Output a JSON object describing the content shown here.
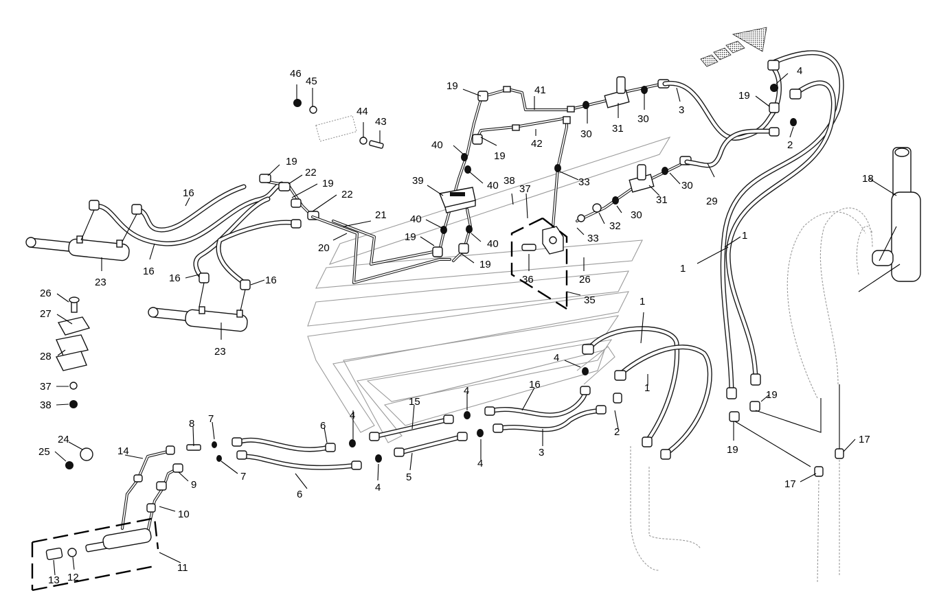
{
  "diagram": {
    "labels": {
      "p46": "46",
      "p45": "45",
      "p44": "44",
      "p43": "43",
      "p19a": "19",
      "p41": "41",
      "p42": "42",
      "p19b": "19",
      "p30a": "30",
      "p31a": "31",
      "p30b": "30",
      "p3a": "3",
      "p4a": "4",
      "p19c": "19",
      "p2a": "2",
      "p40a": "40",
      "p40b": "40",
      "p33a": "33",
      "p39": "39",
      "p38a": "38",
      "p37a": "37",
      "p30c": "30",
      "p31b": "31",
      "p30d": "30",
      "p29": "29",
      "p32": "32",
      "p33b": "33",
      "p40c": "40",
      "p40d": "40",
      "p19d": "19",
      "p19e": "19",
      "p36": "36",
      "p26a": "26",
      "p35": "35",
      "p18": "18",
      "p1a": "1",
      "p1b": "1",
      "p1c": "1",
      "p1d": "1",
      "p19f": "19",
      "p22a": "22",
      "p19g": "19",
      "p22b": "22",
      "p21": "21",
      "p20": "20",
      "p16a": "16",
      "p16b": "16",
      "p16c": "16",
      "p16d": "16",
      "p23a": "23",
      "p23b": "23",
      "p26b": "26",
      "p27": "27",
      "p28": "28",
      "p37b": "37",
      "p38b": "38",
      "p24": "24",
      "p25": "25",
      "p14": "14",
      "p8": "8",
      "p7a": "7",
      "p7b": "7",
      "p9": "9",
      "p10": "10",
      "p11": "11",
      "p12": "12",
      "p13": "13",
      "p6a": "6",
      "p6b": "6",
      "p4b": "4",
      "p4c": "4",
      "p4d": "4",
      "p4e": "4",
      "p4f": "4",
      "p15": "15",
      "p5": "5",
      "p16e": "16",
      "p3b": "3",
      "p2b": "2",
      "p19h": "19",
      "p19i": "19",
      "p17a": "17",
      "p17b": "17"
    }
  }
}
